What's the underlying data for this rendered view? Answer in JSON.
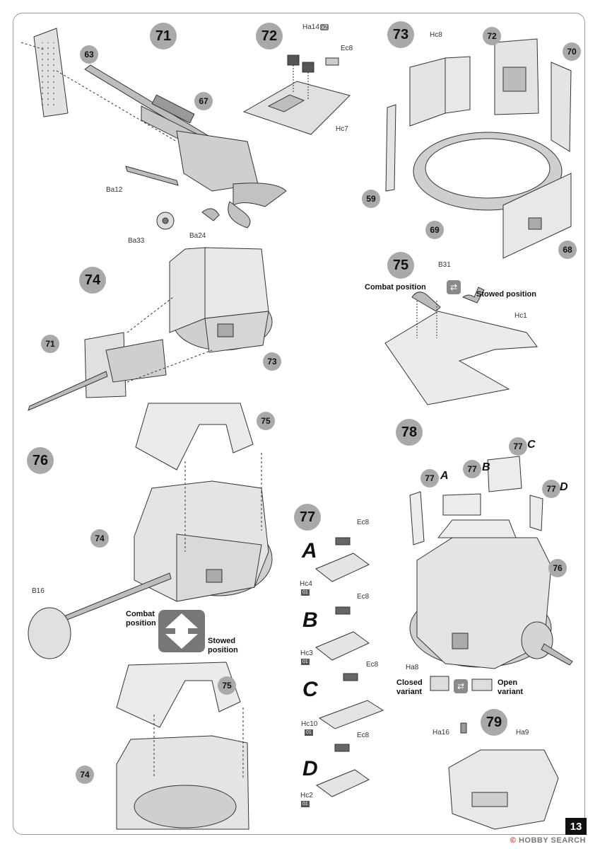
{
  "page_number": "13",
  "watermark": {
    "brand": "HOBBY",
    "suffix": "SEARCH",
    "symbol": "©"
  },
  "steps": {
    "s71": "71",
    "s72": "72",
    "s73": "73",
    "s74": "74",
    "s75": "75",
    "s76": "76",
    "s77": "77",
    "s78": "78",
    "s79": "79"
  },
  "refs": {
    "r63": "63",
    "r67": "67",
    "r72": "72",
    "r70": "70",
    "r59": "59",
    "r69": "69",
    "r68": "68",
    "r71": "71",
    "r73": "73",
    "r75a": "75",
    "r74a": "74",
    "r75b": "75",
    "r74b": "74",
    "r77a": "77",
    "r77b": "77",
    "r77c": "77",
    "r77d": "77",
    "r76": "76"
  },
  "parts": {
    "ba12": "Ba12",
    "ba33": "Ba33",
    "ba24": "Ba24",
    "ha14": "Ha14",
    "ha14_qty": "x2",
    "ec8_72": "Ec8",
    "hc7": "Hc7",
    "hc8": "Hc8",
    "b31": "B31",
    "hc1": "Hc1",
    "b16": "B16",
    "ec8_a": "Ec8",
    "hc4": "Hc4",
    "ec8_b": "Ec8",
    "hc3": "Hc3",
    "ec8_c": "Ec8",
    "hc10": "Hc10",
    "ec8_d": "Ec8",
    "hc2": "Hc2",
    "ha8": "Ha8",
    "ha16": "Ha16",
    "ha9": "Ha9",
    "tag01": "01"
  },
  "variants": {
    "a": "A",
    "b": "B",
    "c": "C",
    "d": "D"
  },
  "labels": {
    "combat_75": "Combat position",
    "stowed_75": "Stowed position",
    "combat_76_1": "Combat",
    "combat_76_2": "position",
    "stowed_76_1": "Stowed",
    "stowed_76_2": "position",
    "closed_1": "Closed",
    "closed_2": "variant",
    "open_1": "Open",
    "open_2": "variant"
  },
  "colors": {
    "step_circle": "#a9a9a9",
    "frame": "#9a9a9a",
    "metal": "#d8d8d8",
    "dark_metal": "#9e9e9e"
  }
}
